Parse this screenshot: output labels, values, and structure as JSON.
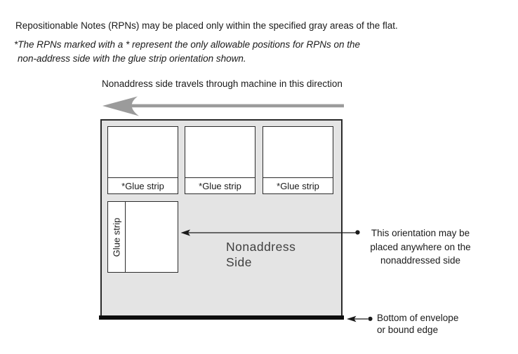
{
  "colors": {
    "flat_fill": "#e4e4e4",
    "border": "#2b2b2b",
    "arrow_gray": "#9b9b9b",
    "text": "#1a1a1a",
    "side_label": "#3f3f3f"
  },
  "intro": {
    "line1": "Repositionable Notes (RPNs) may be placed only within the specified gray areas of the flat.",
    "note_line1": "*The RPNs marked with a * represent the only allowable positions for RPNs on the",
    "note_line2": "non-address side with the glue strip orientation shown."
  },
  "machine_direction": {
    "label": "Nonaddress side travels through machine in this direction"
  },
  "flat": {
    "rpn_boxes": [
      {
        "label": "*Glue strip"
      },
      {
        "label": "*Glue strip"
      },
      {
        "label": "*Glue strip"
      }
    ],
    "rpn_vertical": {
      "label": "Glue strip"
    },
    "side_label": {
      "line1": "Nonaddress",
      "line2": "Side"
    }
  },
  "annotations": {
    "orientation": {
      "line1": "This orientation may be",
      "line2": "placed anywhere on the",
      "line3": "nonaddressed side"
    },
    "bottom_edge": {
      "line1": "Bottom of envelope",
      "line2": "or bound edge"
    }
  }
}
